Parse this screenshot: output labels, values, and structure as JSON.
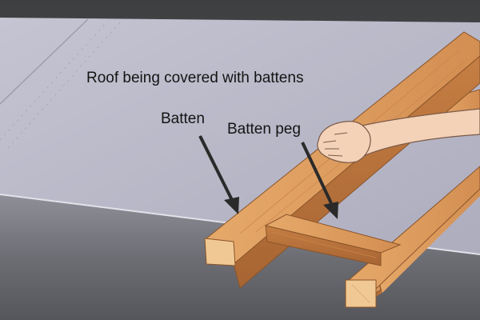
{
  "labels": {
    "title": "Roof being covered with battens",
    "batten": "Batten",
    "batten_peg": "Batten peg"
  },
  "colors": {
    "roof_membrane": "#b6b6c6",
    "timber": "#d99a5c",
    "timber_dark": "#b06f3a",
    "timber_end": "#f0c894",
    "arrow": "#2a2a2a",
    "skin": "#f4d2b8",
    "background": "#595a5c"
  },
  "icons": {
    "arrow_batten": "arrow-down-right-icon",
    "arrow_peg": "arrow-down-right-icon"
  }
}
